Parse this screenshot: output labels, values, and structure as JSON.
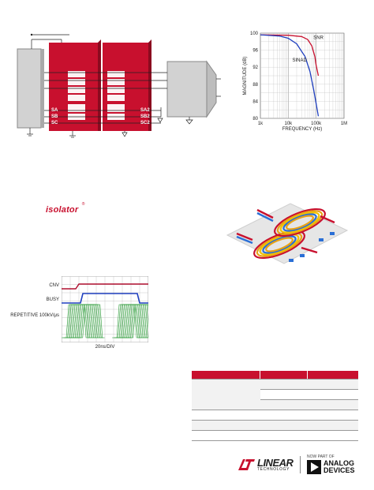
{
  "block_diagram": {
    "left_pins": [
      "SA",
      "SB",
      "SC"
    ],
    "right_pins": [
      "SA2",
      "SB2",
      "SC2"
    ]
  },
  "freq_chart": {
    "chart_data": {
      "type": "line",
      "xlabel": "FREQUENCY (Hz)",
      "ylabel": "MAGNITUDE (dB)",
      "x_ticks": [
        "1k",
        "10k",
        "100k",
        "1M"
      ],
      "y_ticks": [
        "100",
        "96",
        "92",
        "88",
        "84",
        "80"
      ],
      "xlim": [
        1000,
        1000000
      ],
      "ylim": [
        80,
        100
      ],
      "x_scale": "log",
      "series": [
        {
          "name": "SNR",
          "x": [
            1000,
            10000,
            30000,
            50000,
            70000,
            90000,
            100000,
            120000
          ],
          "values": [
            99.6,
            99.5,
            99.2,
            98.5,
            97.0,
            94.5,
            92.5,
            90.0
          ]
        },
        {
          "name": "SINAD",
          "x": [
            1000,
            5000,
            10000,
            20000,
            40000,
            60000,
            80000,
            100000,
            120000
          ],
          "values": [
            99.6,
            99.3,
            98.8,
            97.5,
            94.5,
            91.0,
            87.0,
            83.5,
            80.5
          ]
        }
      ],
      "colors": [
        "#c8102e",
        "#1f3fbf"
      ]
    }
  },
  "isolator_logo": {
    "text": "isolator"
  },
  "scope": {
    "channels": [
      "CNV",
      "BUSY",
      "REPETITIVE 100kV/μs"
    ],
    "xlabel": "20ns/DIV"
  },
  "table": {
    "rows": 6
  },
  "footer": {
    "brand": "LINEAR",
    "brand_sub": "TECHNOLOGY",
    "now_part": "NOW PART OF",
    "ad1": "ANALOG",
    "ad2": "DEVICES"
  }
}
